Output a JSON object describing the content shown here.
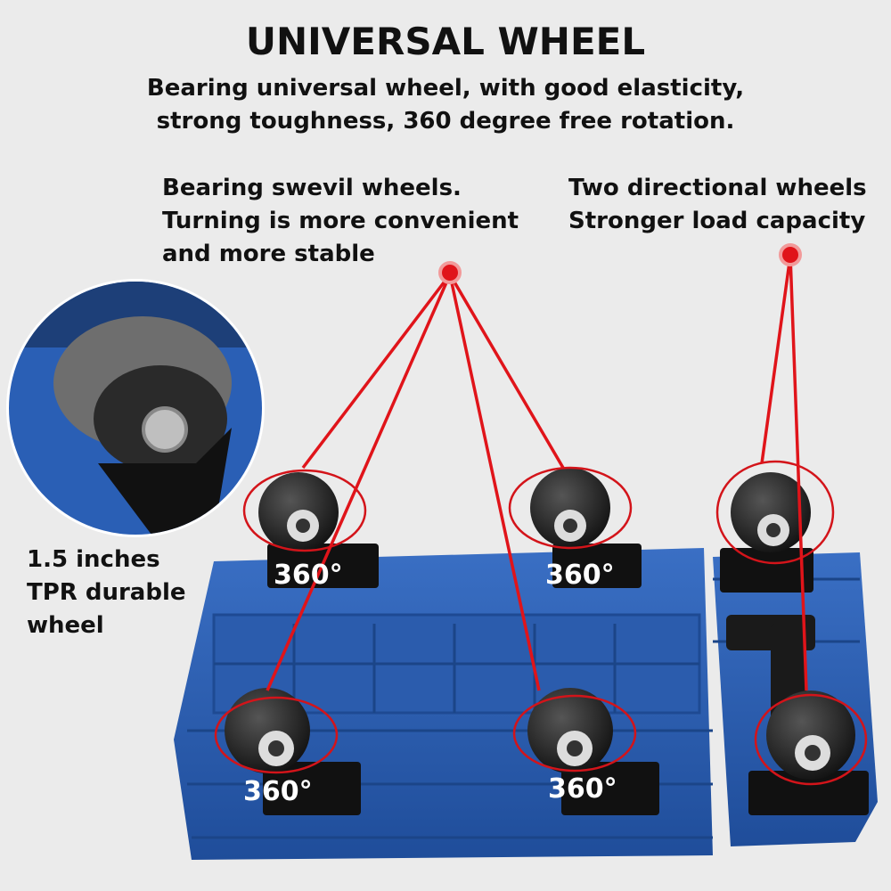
{
  "header": {
    "title": "UNIVERSAL WHEEL",
    "subtitle_line1": "Bearing universal wheel, with good elasticity,",
    "subtitle_line2": "strong toughness, 360 degree free rotation."
  },
  "callouts": {
    "swivel": {
      "line1": "Bearing swevil wheels.",
      "line2": "Turning is more convenient",
      "line3": "and more stable"
    },
    "directional": {
      "line1": "Two directional wheels",
      "line2": "Stronger load capacity"
    },
    "wheel_size": {
      "line1": "1.5 inches",
      "line2": "TPR durable",
      "line3": "wheel"
    }
  },
  "rotation_labels": [
    "360°",
    "360°",
    "360°",
    "360°"
  ],
  "colors": {
    "background": "#ebebeb",
    "cart_blue": "#2d5fb0",
    "pointer_red": "#e0141a",
    "wheel_dark": "#1c1c1c"
  }
}
